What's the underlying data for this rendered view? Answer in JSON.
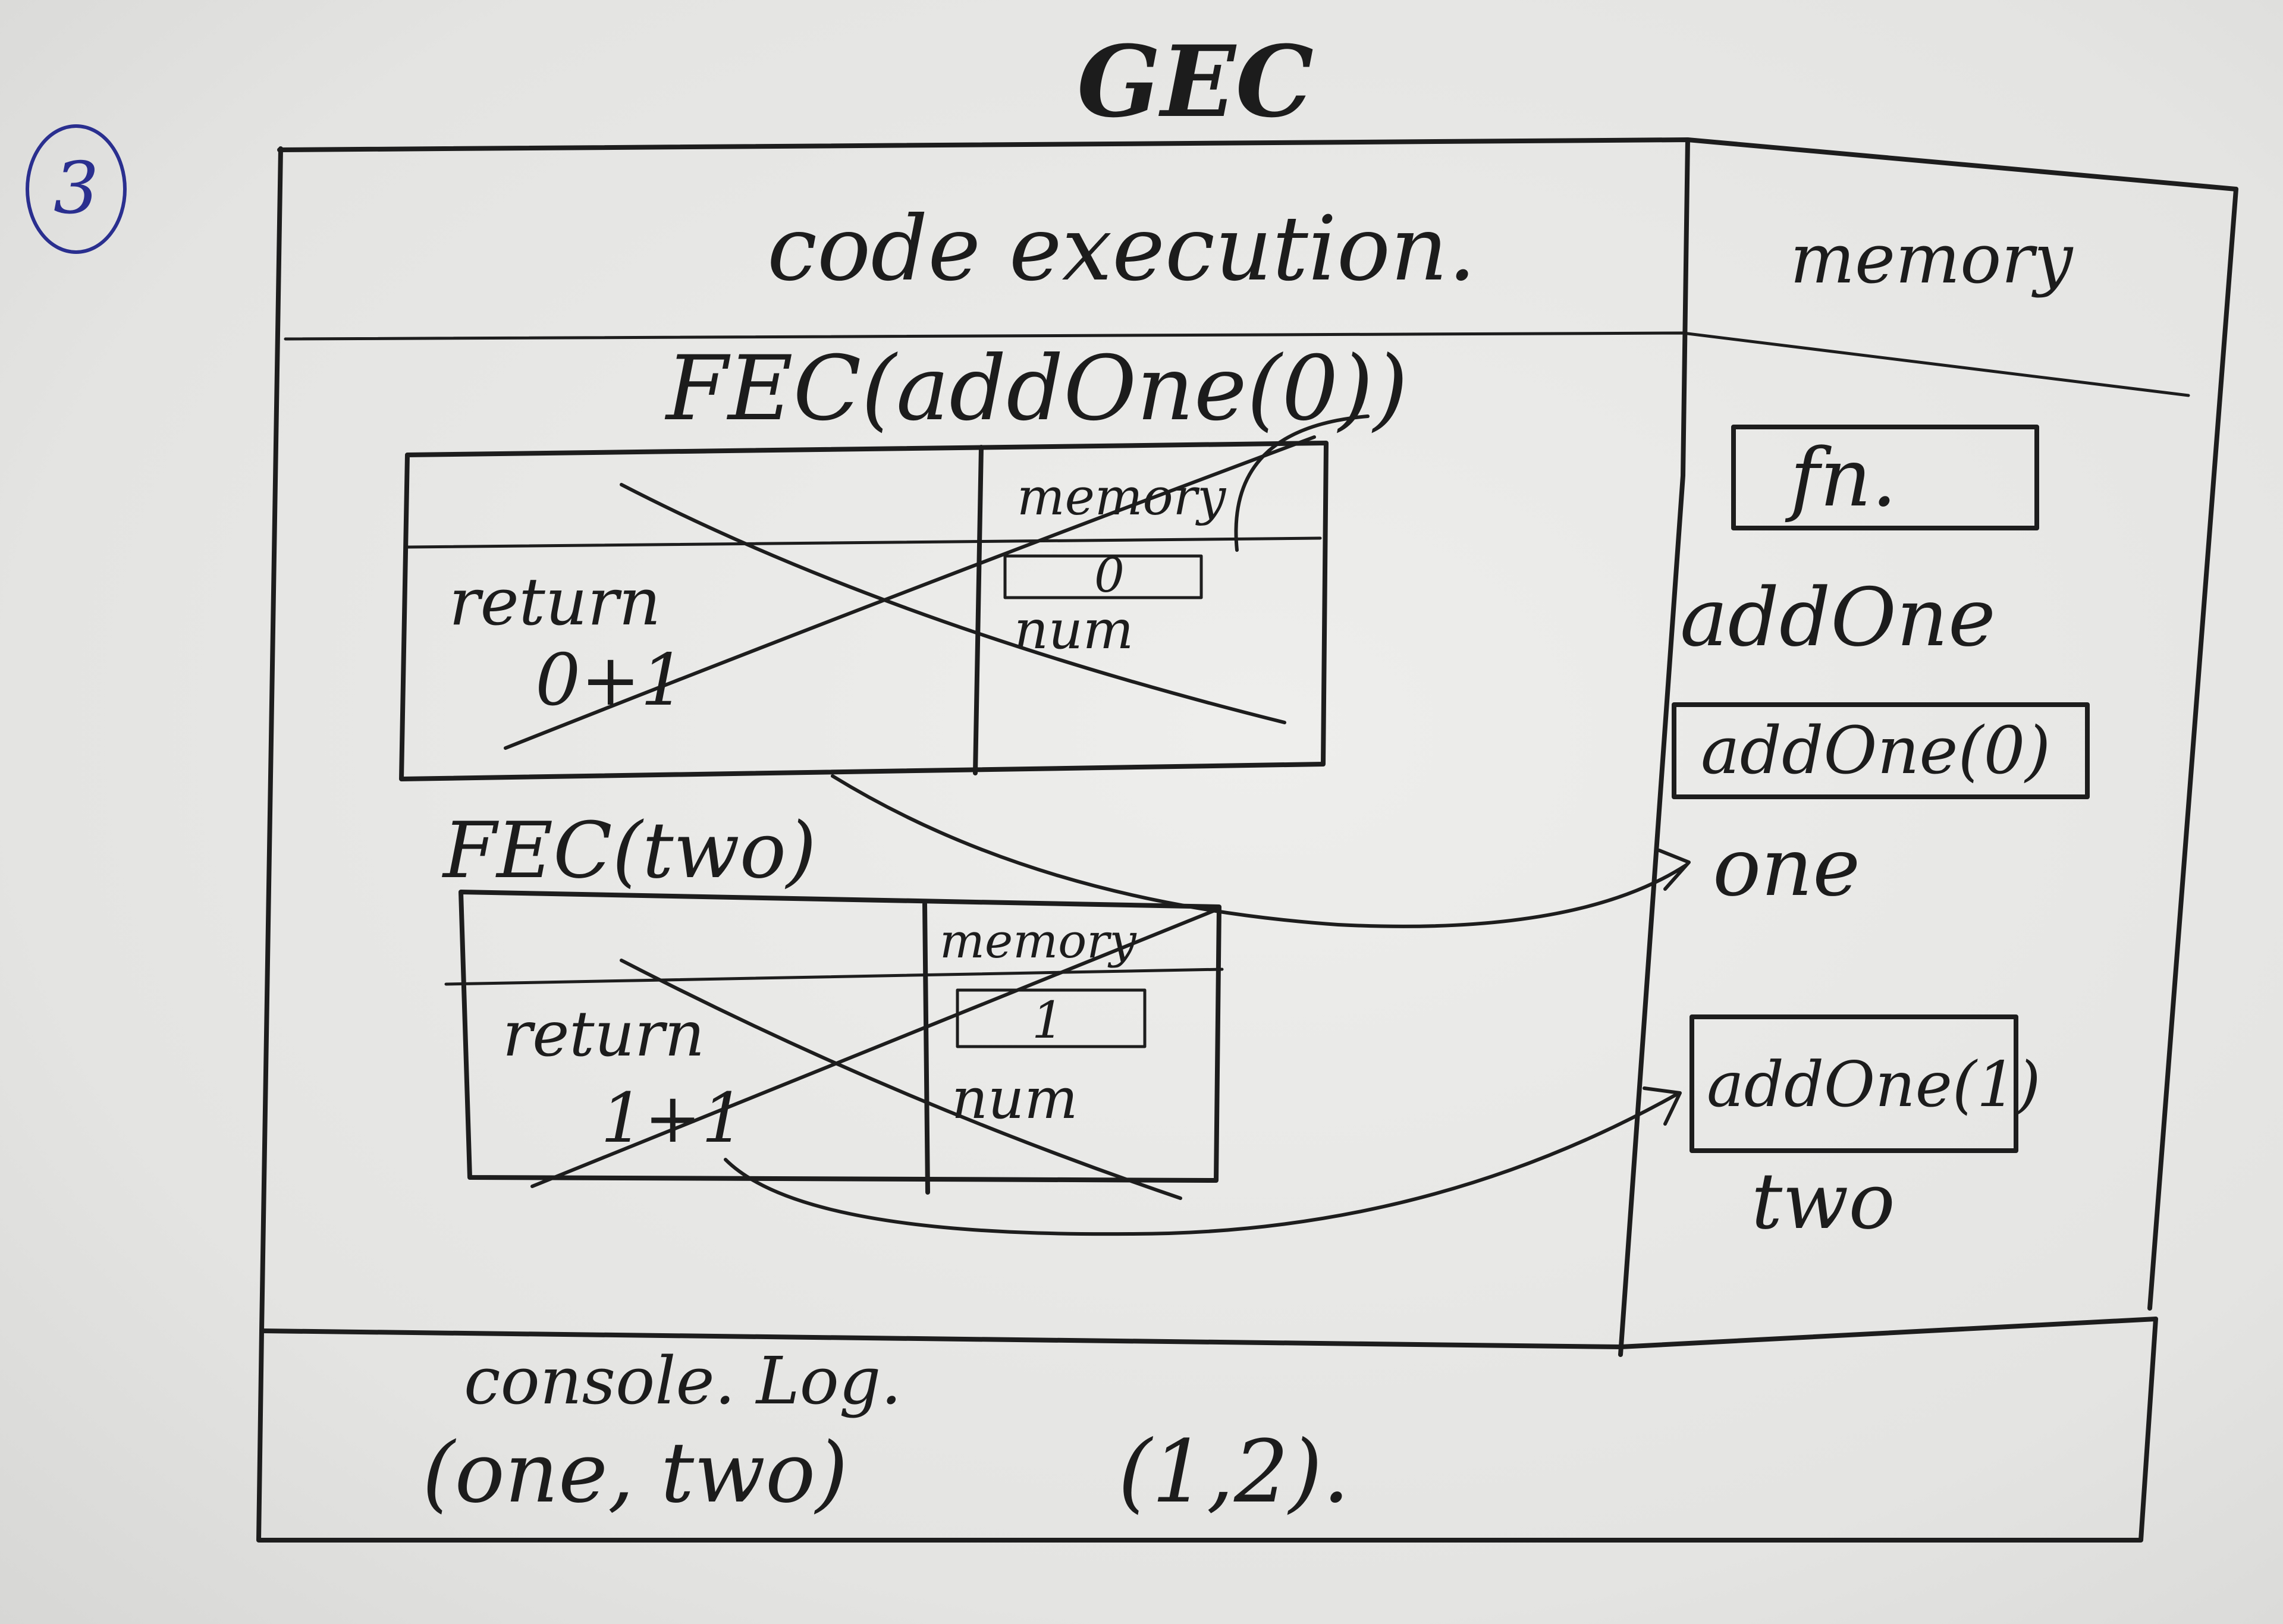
{
  "page": {
    "number": "3",
    "number_color": "#2a2f8f",
    "ink_color": "#1d1d1d",
    "paper_color": "#e9e9e7"
  },
  "gec": {
    "title": "GEC",
    "code_header": "code execution.",
    "memory_header": "memory"
  },
  "global_memory": {
    "items": [
      {
        "value": "fn.",
        "label": "addOne"
      },
      {
        "value": "addOne(0)",
        "label": "one"
      },
      {
        "value": "addOne(1)",
        "label": "two"
      }
    ]
  },
  "fec_one": {
    "title": "FEC(addOne(0))",
    "memory_header": "memory",
    "memory_value": "0",
    "memory_label": "num",
    "code_line1": "return",
    "code_line2": "0+1"
  },
  "fec_two": {
    "title": "FEC(two)",
    "memory_header": "memory",
    "memory_value": "1",
    "memory_label": "num",
    "code_line1": "return",
    "code_line2": "1+1"
  },
  "console": {
    "line1": "console. Log.",
    "line2": "(one, two)",
    "output": "(1,2)."
  }
}
